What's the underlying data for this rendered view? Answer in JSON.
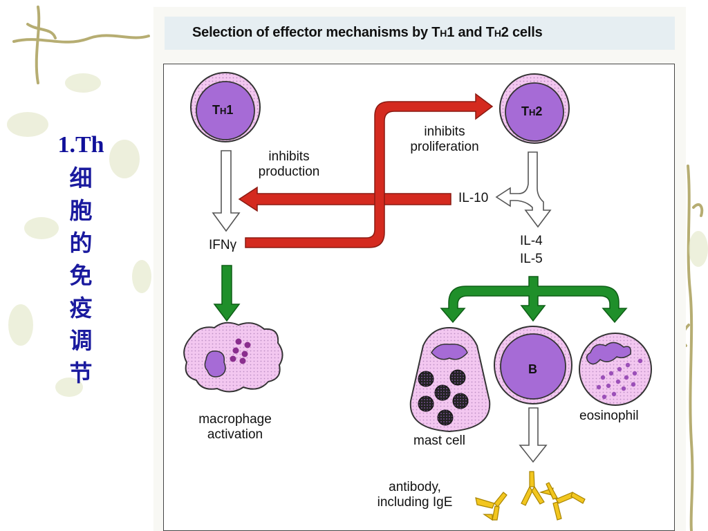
{
  "slide": {
    "side_title_prefix": "1.Th",
    "side_title_chars": "细胞的免疫调节"
  },
  "figure": {
    "title_part1": "Selection of effector mechanisms by T",
    "title_h1": "H",
    "title_part2": "1 and T",
    "title_h2": "H",
    "title_part3": "2 cells",
    "cells": {
      "th1": {
        "t": "T",
        "h": "H",
        "n": "1"
      },
      "th2": {
        "t": "T",
        "h": "H",
        "n": "2"
      },
      "b": "B"
    },
    "labels": {
      "inhibits_production": [
        "inhibits",
        "production"
      ],
      "inhibits_proliferation": [
        "inhibits",
        "proliferation"
      ],
      "il10": "IL-10",
      "ifn": "IFNγ",
      "il4": "IL-4",
      "il5": "IL-5",
      "macrophage": [
        "macrophage",
        "activation"
      ],
      "mast_cell": "mast cell",
      "eosinophil": "eosinophil",
      "antibody": [
        "antibody,",
        "including IgE"
      ]
    }
  },
  "colors": {
    "title_blue": "#10109a",
    "red_arrow": "#d42a1f",
    "green_arrow": "#1f8f2a",
    "cell_pink": "#f3c7f0",
    "cell_purple": "#a66bd6",
    "antibody_yellow": "#f2c61f"
  }
}
